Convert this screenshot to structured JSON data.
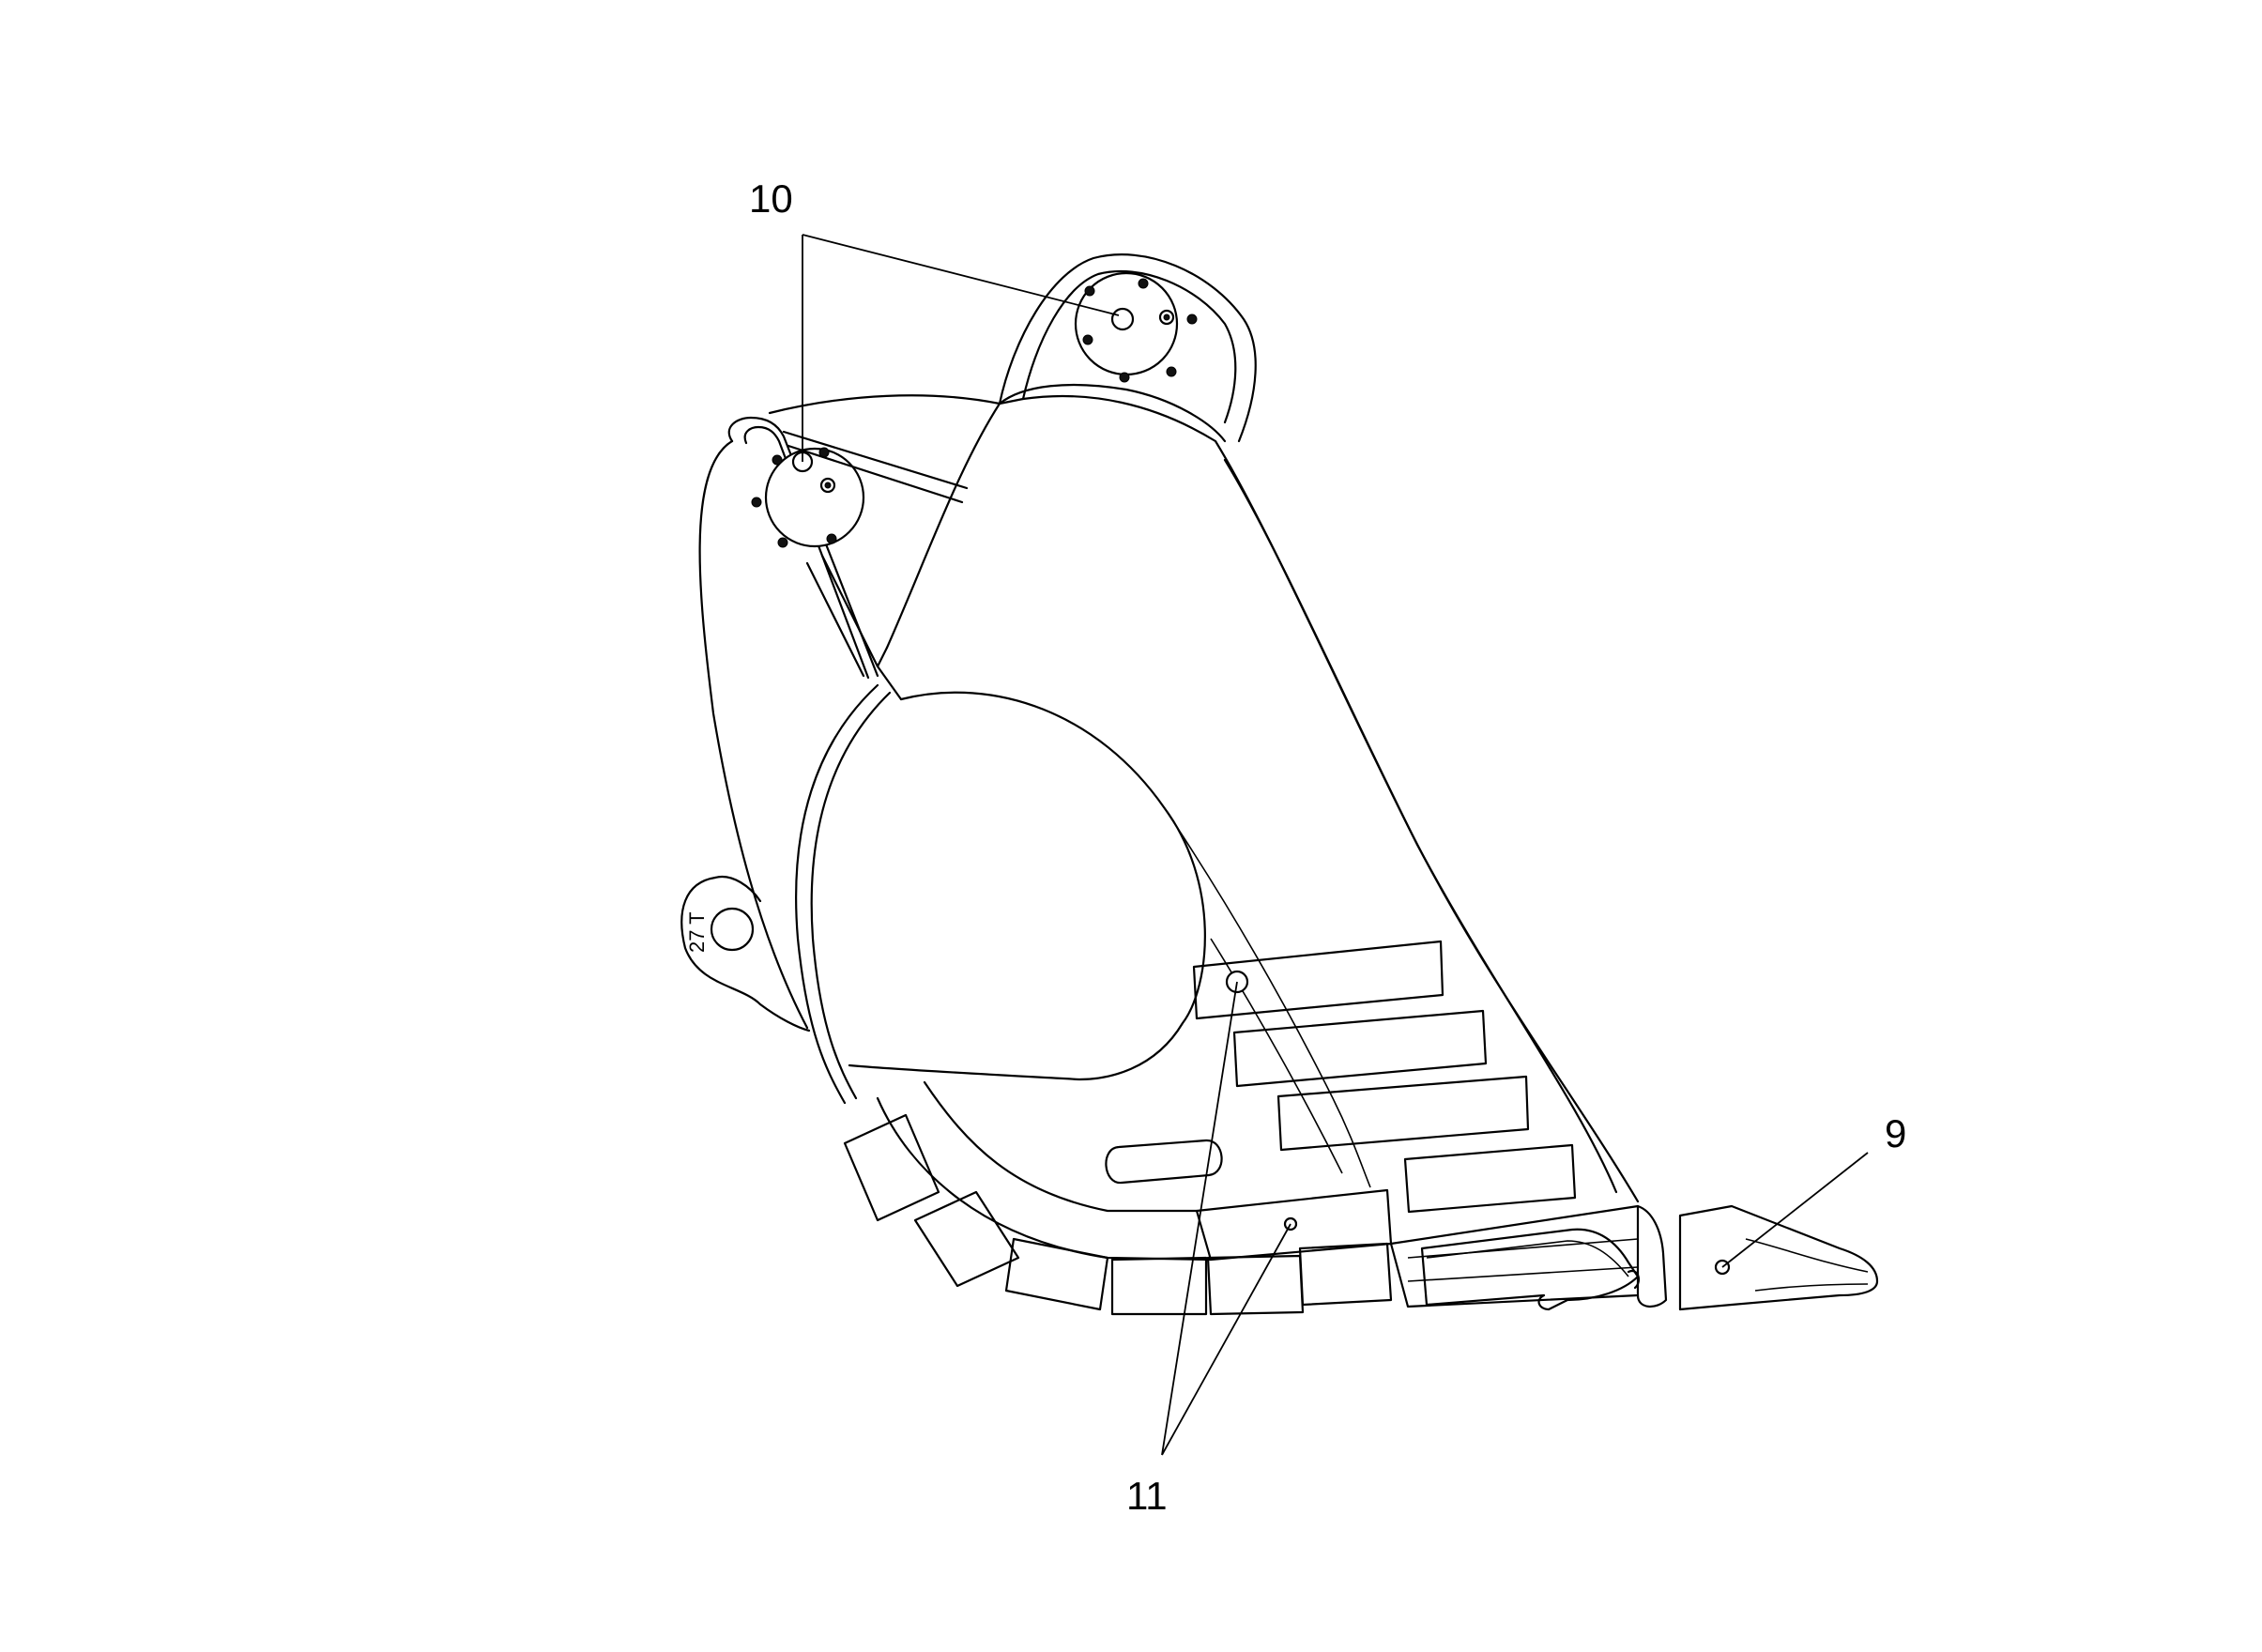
{
  "callouts": [
    {
      "id": "callout-9",
      "label": "9"
    },
    {
      "id": "callout-10",
      "label": "10"
    },
    {
      "id": "callout-11",
      "label": "11"
    }
  ],
  "stamp": {
    "text": "27 T"
  },
  "colors": {
    "line": "#000000",
    "background": "#ffffff"
  }
}
